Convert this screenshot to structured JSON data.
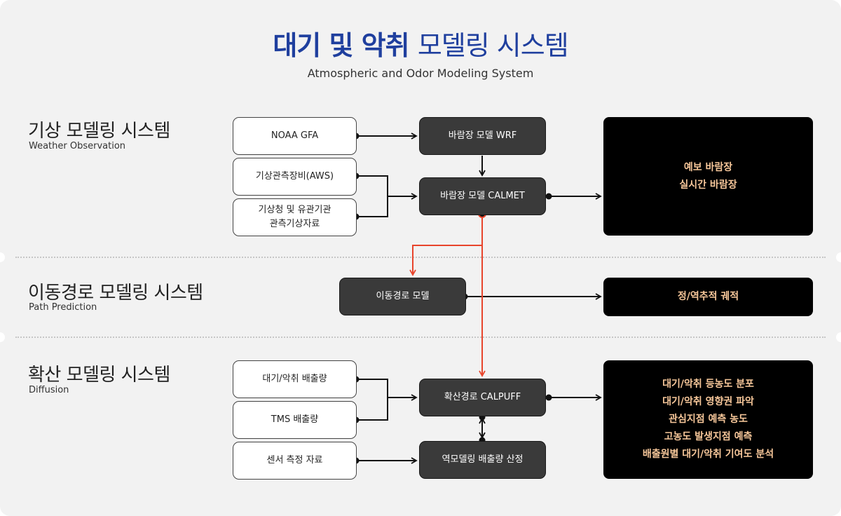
{
  "header": {
    "title_bold": "대기 및 악취",
    "title_light": "모델링 시스템",
    "subtitle": "Atmospheric and Odor Modeling System"
  },
  "sections": {
    "weather": {
      "title": "기상 모델링 시스템",
      "subtitle": "Weather Observation"
    },
    "path": {
      "title": "이동경로 모델링 시스템",
      "subtitle": "Path Prediction"
    },
    "diffusion": {
      "title": "확산 모델링 시스템",
      "subtitle": "Diffusion"
    }
  },
  "weather": {
    "sources": [
      "NOAA GFA",
      "기상관측장비(AWS)",
      "기상청 및 유관기관\n관측기상자료"
    ],
    "model_wrf": "바람장 모델 WRF",
    "model_calmet": "바람장 모델 CALMET",
    "outputs": [
      "예보 바람장",
      "실시간 바람장"
    ]
  },
  "path": {
    "model": "이동경로 모델",
    "outputs": [
      "정/역추적 궤적"
    ]
  },
  "diffusion": {
    "sources": [
      "대기/악취 배출량",
      "TMS 배출량",
      "센서 측정 자료"
    ],
    "model_calpuff": "확산경로 CALPUFF",
    "model_inverse": "역모델링 배출량 산정",
    "outputs": [
      "대기/악취 등농도 분포",
      "대기/악취 영향권 파악",
      "관심지점 예측 농도",
      "고농도 발생지점 예측",
      "배출원별 대기/악취 기여도 분석"
    ]
  },
  "colors": {
    "title": "#1f3f9e",
    "model_box": "#3a3a3a",
    "output_box": "#000000",
    "output_text": "#f7c79a",
    "red_path": "#e8452c"
  }
}
